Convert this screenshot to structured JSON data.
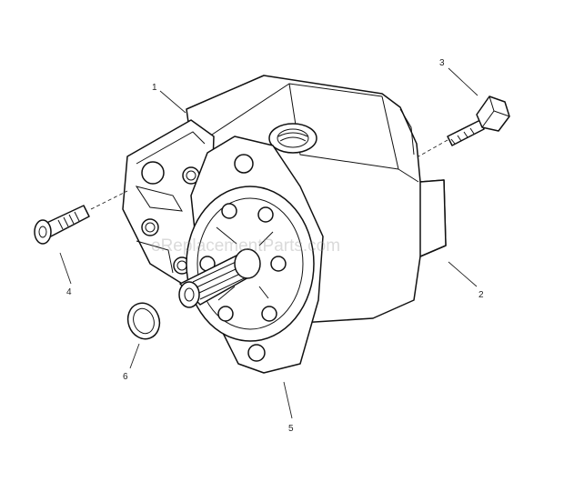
{
  "callouts": {
    "c1": "1",
    "c2": "2",
    "c3": "3",
    "c4": "4",
    "c5": "5",
    "c6": "6"
  },
  "watermark": "eReplacementParts.com",
  "colors": {
    "line": "#111111",
    "background": "#ffffff",
    "watermark": "#969696"
  }
}
